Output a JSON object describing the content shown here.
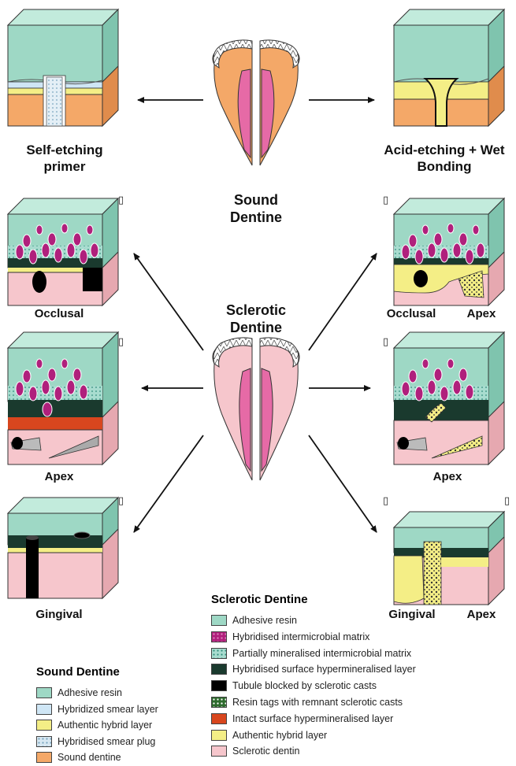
{
  "labels": {
    "self_etching": "Self-etching primer",
    "acid_etching": "Acid-etching + Wet Bonding",
    "sound_dentine": "Sound Dentine",
    "sclerotic_dentine": "Sclerotic Dentine",
    "occlusal_left": "Occlusal",
    "apex_left": "Apex",
    "gingival_left": "Gingival",
    "occlusal_right": "Occlusal",
    "apex_right_top": "Apex",
    "apex_right_mid": "Apex",
    "gingival_right": "Gingival",
    "apex_right_bottom": "Apex"
  },
  "placeholder_glyph": "▯",
  "legend_sound": {
    "title": "Sound Dentine",
    "items": [
      {
        "label": "Adhesive resin",
        "color": "#9ed8c5"
      },
      {
        "label": "Hybridized smear layer",
        "color": "#cfe6f5"
      },
      {
        "label": "Authentic hybrid layer",
        "color": "#f4ee86"
      },
      {
        "label": "Hybridised smear plug",
        "color": "#d8e8f2"
      },
      {
        "label": "Sound dentine",
        "color": "#f4a868"
      }
    ]
  },
  "legend_sclerotic": {
    "title": "Sclerotic Dentine",
    "items": [
      {
        "label": "Adhesive resin",
        "color": "#9ed8c5"
      },
      {
        "label": "Hybridised intermicrobial matrix",
        "color": "#b0207c"
      },
      {
        "label": "Partially mineralised intermicrobial matrix",
        "color": "#a8dccf"
      },
      {
        "label": "Hybridised surface hypermineralised layer",
        "color": "#1a3a2e"
      },
      {
        "label": "Tubule blocked by sclerotic casts",
        "color": "#000000"
      },
      {
        "label": "Resin tags with remnant sclerotic casts",
        "color": "#2e6b2e"
      },
      {
        "label": "Intact surface hypermineralised layer",
        "color": "#d8461e"
      },
      {
        "label": "Authentic hybrid layer",
        "color": "#f4ee86"
      },
      {
        "label": "Sclerotic dentin",
        "color": "#f6c6cc"
      }
    ]
  },
  "colors": {
    "resin": "#9ed8c5",
    "resin_top": "#c2ebdc",
    "resin_side": "#7fc4ae",
    "sound": "#f4a868",
    "sound_side": "#e08c4c",
    "hybrid": "#f4ee86",
    "sclerotic": "#f6c6cc",
    "sclerotic_side": "#e6a8b0",
    "dark": "#1a3a2e",
    "magenta": "#b0207c",
    "red": "#d8461e",
    "smear": "#cfe6f5"
  }
}
